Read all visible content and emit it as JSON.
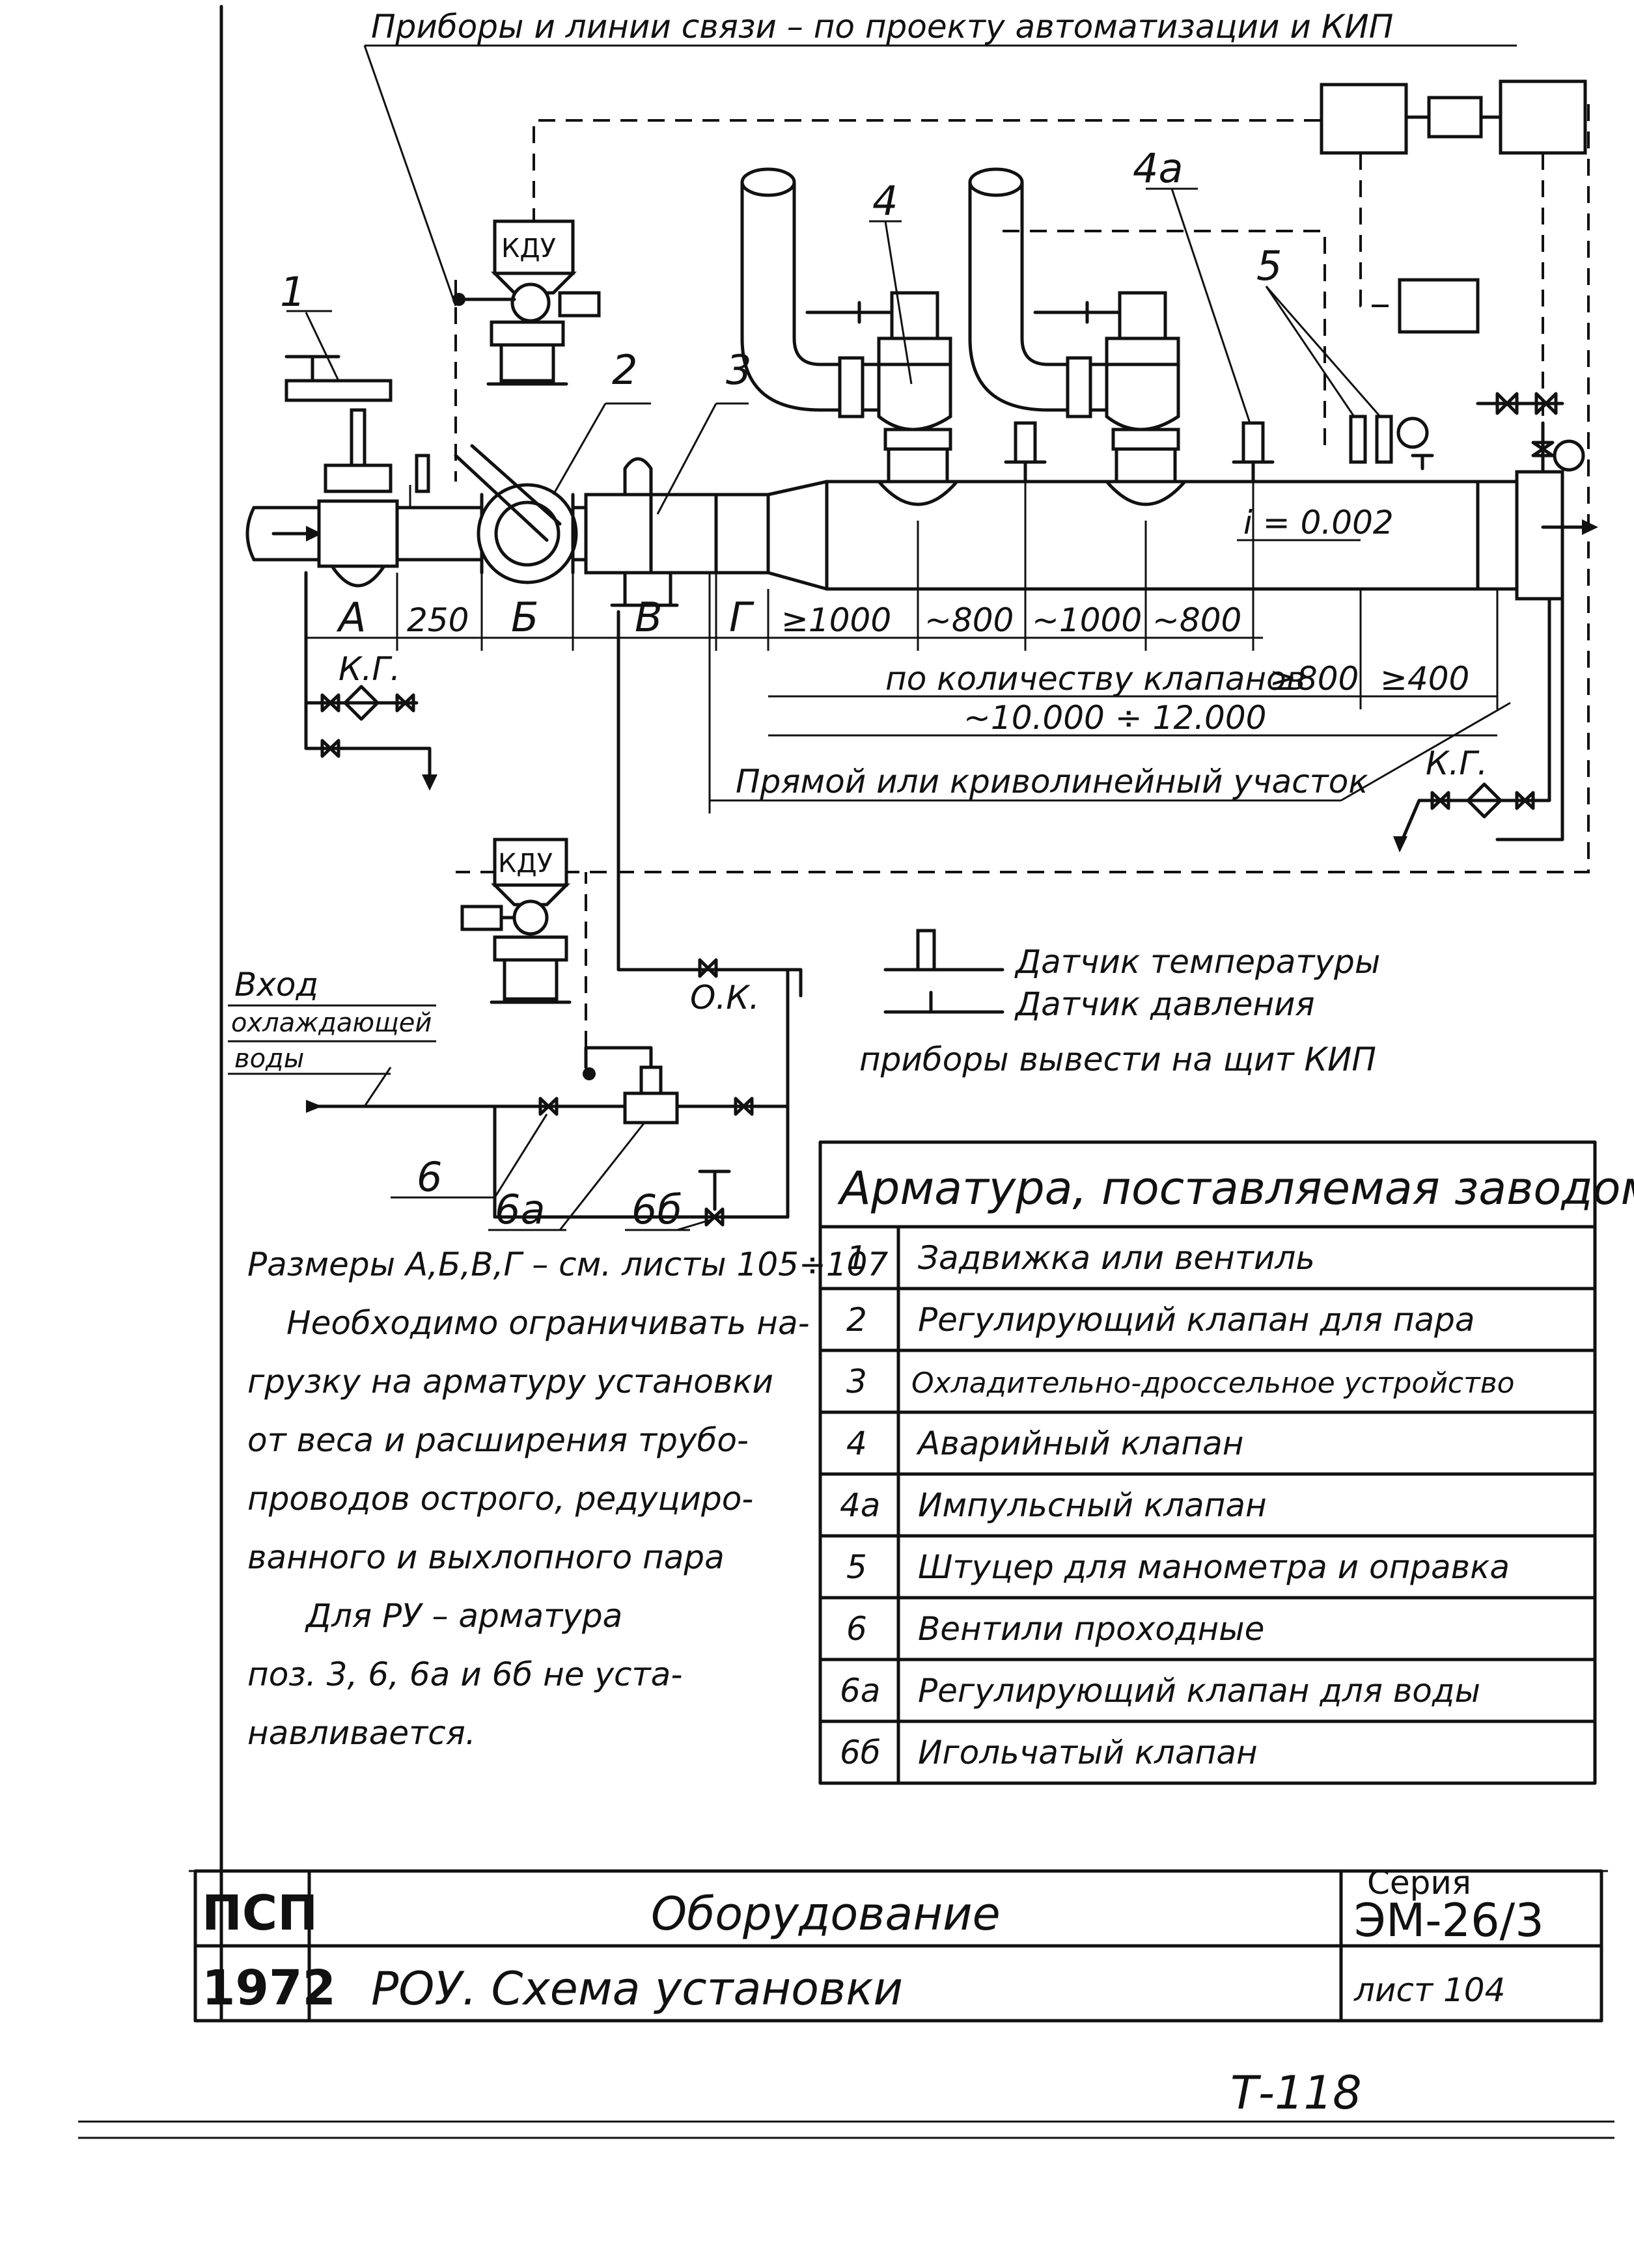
{
  "header_note": "Приборы и линии связи – по проекту автоматизации и КИП",
  "labels": {
    "kdu_top": "КДУ",
    "kdu_bottom": "КДУ",
    "pos_1": "1",
    "pos_2": "2",
    "pos_3": "3",
    "pos_4": "4",
    "pos_4a": "4а",
    "pos_5": "5",
    "pos_6": "6",
    "pos_6a": "6а",
    "pos_6b": "6б",
    "kg_left": "К.Г.",
    "kg_right": "К.Г.",
    "ok": "О.К.",
    "slope": "i = 0.002",
    "water_inlet_1": "Вход",
    "water_inlet_2": "охлаждающей",
    "water_inlet_3": "воды"
  },
  "dimensions": {
    "a": "А",
    "d250": "250",
    "b": "Б",
    "v": "В",
    "g": "Г",
    "d1000a": "≥1000",
    "d800a": "~800",
    "d1000b": "~1000",
    "d800b": "~800",
    "by_valves": "по количеству клапанов",
    "d800c": "≥800",
    "d400": "≥400",
    "total": "~10.000 ÷ 12.000",
    "straight_section": "Прямой или криволинейный участок"
  },
  "legend": {
    "temp_sensor": "Датчик температуры",
    "pressure_sensor": "Датчик давления",
    "instruments_note": "приборы вывести на щит КИП"
  },
  "notes": [
    "Размеры А,Б,В,Г – см. листы 105÷107",
    "Необходимо ограничивать на-",
    "грузку на арматуру установки",
    "от веса и расширения трубо-",
    "проводов острого, редуциро-",
    "ванного и выхлопного пара",
    "Для РУ – арматура",
    "поз. 3, 6, 6а и 6б не уста-",
    "навливается."
  ],
  "fittings_table": {
    "header": "Арматура, поставляемая заводом",
    "rows": [
      {
        "pos": "1",
        "name": "Задвижка или вентиль"
      },
      {
        "pos": "2",
        "name": "Регулирующий клапан для пара"
      },
      {
        "pos": "3",
        "name": "Охладительно-дроссельное устройство"
      },
      {
        "pos": "4",
        "name": "Аварийный клапан"
      },
      {
        "pos": "4а",
        "name": "Импульсный клапан"
      },
      {
        "pos": "5",
        "name": "Штуцер для манометра и оправка"
      },
      {
        "pos": "6",
        "name": "Вентили проходные"
      },
      {
        "pos": "6а",
        "name": "Регулирующий клапан для воды"
      },
      {
        "pos": "6б",
        "name": "Игольчатый клапан"
      }
    ]
  },
  "title_block": {
    "org": "ПСП",
    "year": "1972",
    "line1": "Оборудование",
    "line2": "РОУ. Схема установки",
    "series_label": "Серия",
    "series": "ЭМ-26/3",
    "sheet": "лист 104"
  },
  "footer_mark": "Т-118"
}
